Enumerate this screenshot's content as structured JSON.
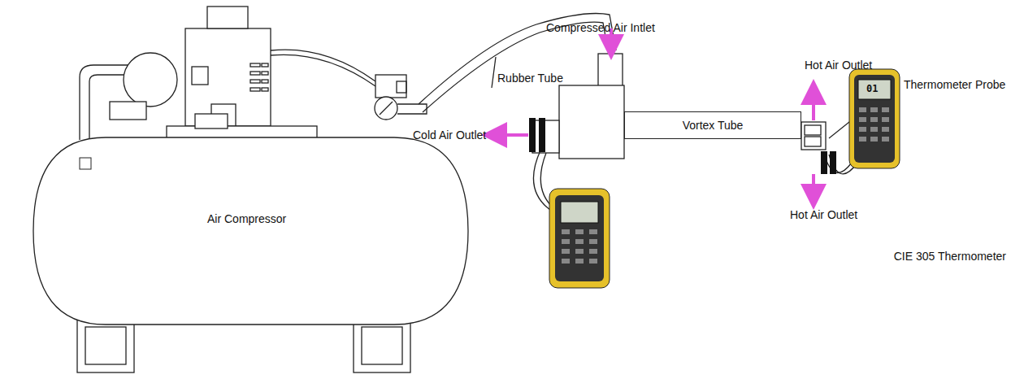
{
  "diagram": {
    "nodes": [
      {
        "text": [
          "Air Compressor"
        ]
      },
      {
        "text": [
          "Vortex Tube"
        ]
      }
    ],
    "labels": [
      "Compressed Air Intlet",
      "Rubber Tube",
      "Cold Air Outlet",
      "Hot Air Outlet",
      "Thermometer Probe",
      "Hot Air Outlet",
      "CIE 305 Thermometer",
      "01"
    ]
  }
}
